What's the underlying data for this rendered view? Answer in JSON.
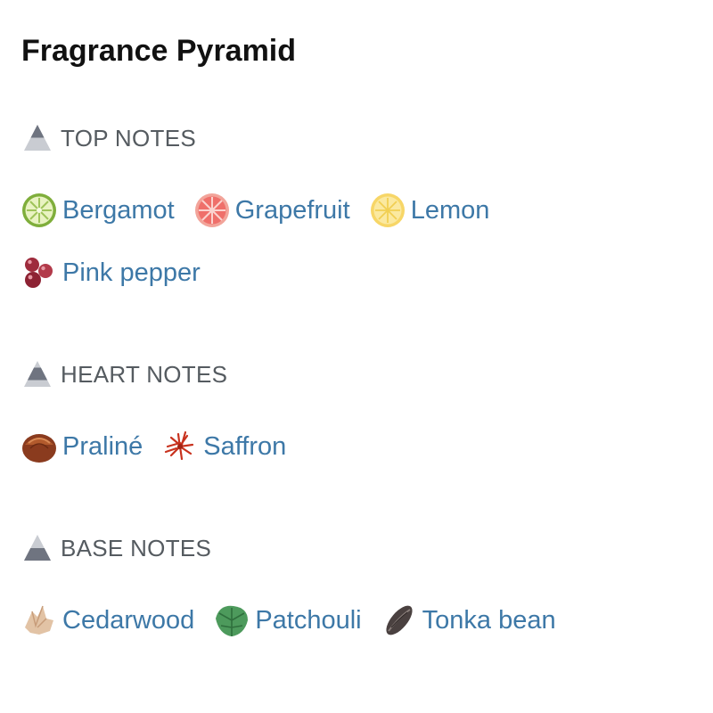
{
  "title": "Fragrance Pyramid",
  "colors": {
    "link": "#3d78a7",
    "heading": "#555b60",
    "title": "#111111"
  },
  "sections": [
    {
      "label": "TOP NOTES",
      "icon": "pyramid-top-icon",
      "notes": [
        {
          "name": "Bergamot",
          "icon": "bergamot-icon"
        },
        {
          "name": "Grapefruit",
          "icon": "grapefruit-icon"
        },
        {
          "name": "Lemon",
          "icon": "lemon-icon"
        },
        {
          "name": "Pink pepper",
          "icon": "pink-pepper-icon"
        }
      ]
    },
    {
      "label": "HEART NOTES",
      "icon": "pyramid-middle-icon",
      "notes": [
        {
          "name": "Praliné",
          "icon": "praline-icon"
        },
        {
          "name": "Saffron",
          "icon": "saffron-icon"
        }
      ]
    },
    {
      "label": "BASE NOTES",
      "icon": "pyramid-base-icon",
      "notes": [
        {
          "name": "Cedarwood",
          "icon": "cedarwood-icon"
        },
        {
          "name": "Patchouli",
          "icon": "patchouli-icon"
        },
        {
          "name": "Tonka bean",
          "icon": "tonka-bean-icon"
        }
      ]
    }
  ]
}
